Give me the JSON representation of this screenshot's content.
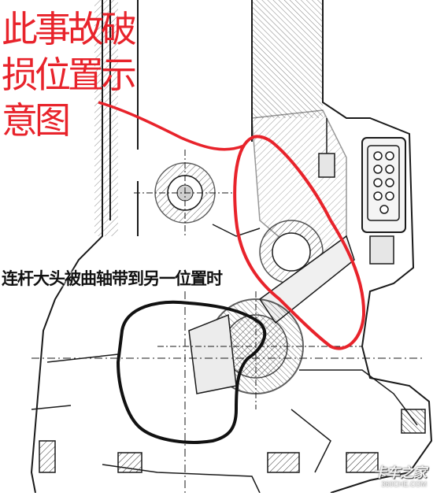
{
  "annotation_red": {
    "line1": "此事故破",
    "line2": "损位置示",
    "line3": "意图",
    "color": "#e8232b"
  },
  "annotation_black": {
    "text": "连杆大头被曲轴带到另一位置时",
    "color": "#111111"
  },
  "watermark": {
    "main": "卡车之家",
    "sub": "360CHE.COM"
  },
  "drawing": {
    "description_colors": {
      "ink": "#1a1a1a",
      "hatch": "#2a2a2a",
      "paper": "#ffffff"
    }
  }
}
